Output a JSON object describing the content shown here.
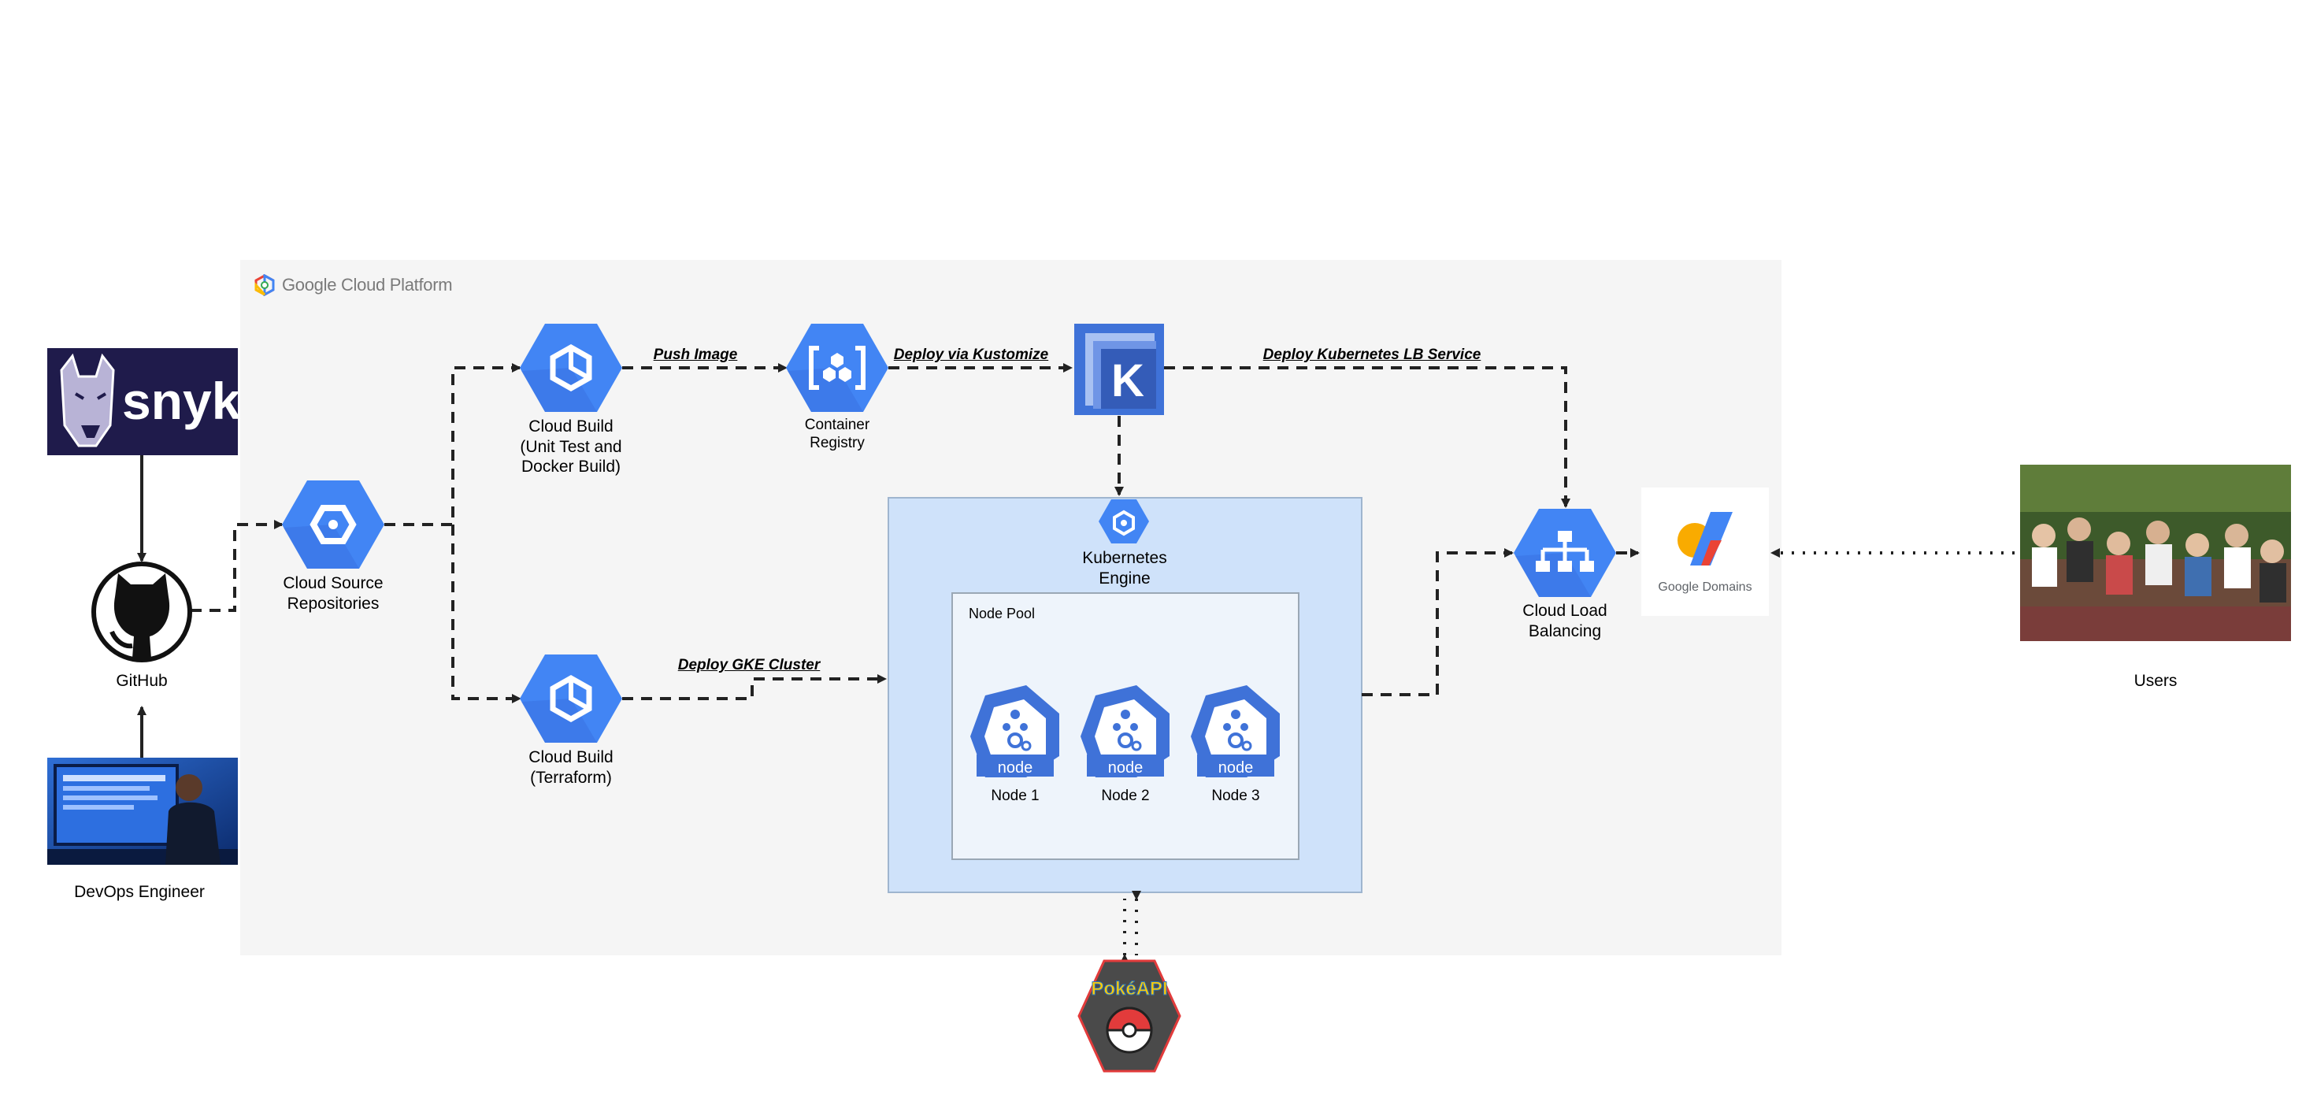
{
  "platform": {
    "title": "Google Cloud Platform",
    "word1": "Google",
    "word2": "Cloud",
    "word3": "Platform"
  },
  "nodes": {
    "snyk": {
      "text": "snyk"
    },
    "github": {
      "label": "GitHub"
    },
    "devops": {
      "label": "DevOps Engineer"
    },
    "source_repos": {
      "label": "Cloud Source\nRepositories"
    },
    "cloud_build_docker": {
      "label": "Cloud Build\n(Unit Test and\nDocker Build)"
    },
    "cloud_build_tf": {
      "label": "Cloud Build\n(Terraform)"
    },
    "container_registry": {
      "label": "Container\nRegistry"
    },
    "kubernetes_k": {
      "letter": "K"
    },
    "gke": {
      "label": "Kubernetes\nEngine"
    },
    "node_pool": {
      "title": "Node Pool"
    },
    "node1": {
      "badge": "node",
      "label": "Node 1"
    },
    "node2": {
      "badge": "node",
      "label": "Node 2"
    },
    "node3": {
      "badge": "node",
      "label": "Node 3"
    },
    "load_balancer": {
      "label": "Cloud Load\nBalancing"
    },
    "domains": {
      "label": "Google Domains"
    },
    "users": {
      "label": "Users"
    },
    "pokeapi": {
      "text": "PokéAPI"
    }
  },
  "edges": {
    "push_image": "Push Image",
    "deploy_kustomize": "Deploy via Kustomize",
    "deploy_lb": "Deploy Kubernetes LB Service",
    "deploy_gke": "Deploy GKE Cluster"
  },
  "colors": {
    "gcp_blue": "#4285F4",
    "gcp_blue_dark": "#3367D6",
    "gcp_panel": "#F5F5F5",
    "gke_panel": "#CFE2FA",
    "node_pool_panel": "#EEF4FB",
    "snyk_bg": "#1F1B4B",
    "pokeapi_bg": "#4A4A4A",
    "pokeapi_border": "#E23B3B",
    "arrow": "#222222"
  }
}
